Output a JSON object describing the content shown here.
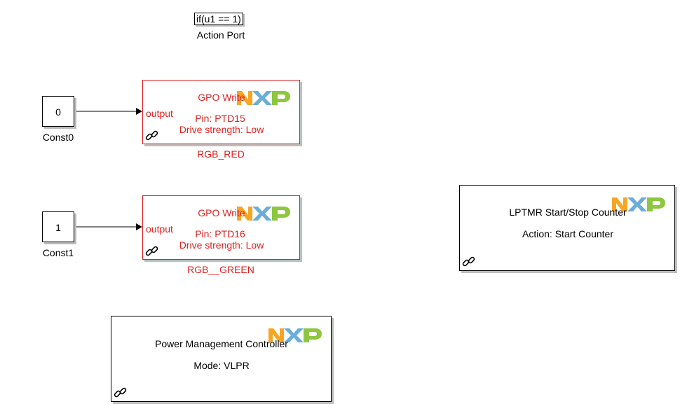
{
  "action_port": {
    "expression": "if(u1 == 1)",
    "label": "Action Port"
  },
  "const0": {
    "value": "0",
    "label": "Const0"
  },
  "const1": {
    "value": "1",
    "label": "Const1"
  },
  "gpo_red": {
    "title": "GPO Write",
    "port": "output",
    "pin": "Pin: PTD15",
    "drive": "Drive strength: Low",
    "name": "RGB_RED"
  },
  "gpo_green": {
    "title": "GPO Write",
    "port": "output",
    "pin": "Pin: PTD16",
    "drive": "Drive strength: Low",
    "name": "RGB__GREEN"
  },
  "lptmr": {
    "title": "LPTMR Start/Stop Counter",
    "action": "Action: Start Counter"
  },
  "pmc": {
    "title": "Power Management Controller",
    "mode": "Mode: VLPR"
  },
  "colors": {
    "block_red": "#e02020",
    "nxp_orange": "#f6a623",
    "nxp_blue": "#5ba4d6",
    "nxp_green": "#8dc63f"
  },
  "icons": {
    "library_link": "link-icon",
    "brand": "nxp-logo-icon"
  }
}
